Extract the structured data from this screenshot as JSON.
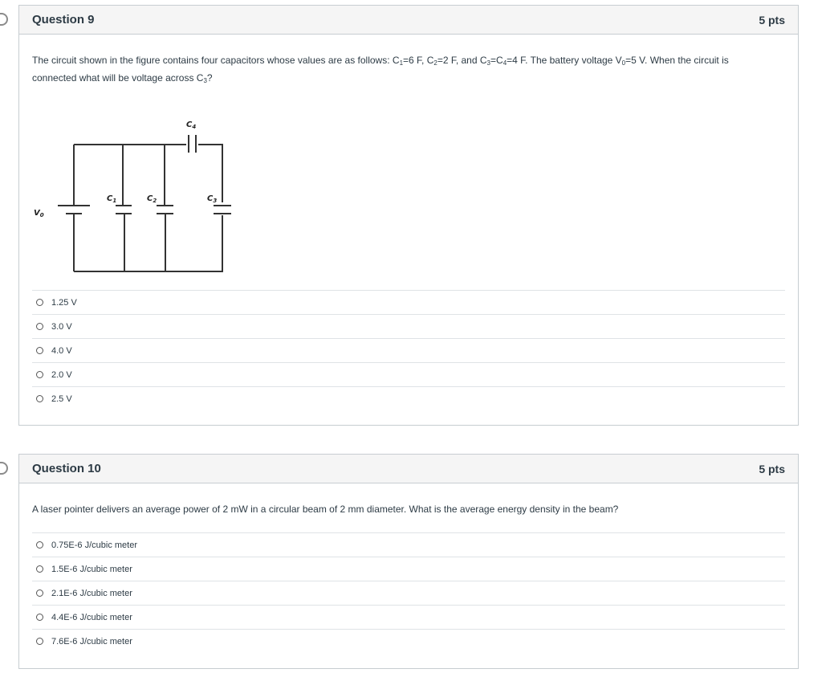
{
  "questions": [
    {
      "title": "Question 9",
      "points": "5 pts",
      "text": {
        "p1": "The circuit shown in the figure contains four capacitors whose values are as follows: C",
        "s1": "1",
        "p2": "=6 F, C",
        "s2": "2",
        "p3": "=2 F, and C",
        "s3": "3",
        "p4": "=C",
        "s4": "4",
        "p5": "=4 F. The battery voltage V",
        "s5": "0",
        "p6": "=5 V. When the circuit is connected what will be voltage across C",
        "s6": "3",
        "p7": "?"
      },
      "figure": {
        "battery_label": "V",
        "battery_sub": "0",
        "c1": "C",
        "c1_sub": "1",
        "c2": "C",
        "c2_sub": "2",
        "c3": "C",
        "c3_sub": "3",
        "c4": "C",
        "c4_sub": "4"
      },
      "answers": [
        "1.25 V",
        "3.0 V",
        "4.0 V",
        "2.0 V",
        "2.5 V"
      ]
    },
    {
      "title": "Question 10",
      "points": "5 pts",
      "text": "A laser pointer delivers an average power of 2 mW in a circular beam of 2 mm diameter. What is the average energy density in the beam?",
      "answers": [
        "0.75E-6 J/cubic meter",
        "1.5E-6 J/cubic meter",
        "2.1E-6 J/cubic meter",
        "4.4E-6 J/cubic meter",
        "7.6E-6 J/cubic meter"
      ]
    }
  ]
}
